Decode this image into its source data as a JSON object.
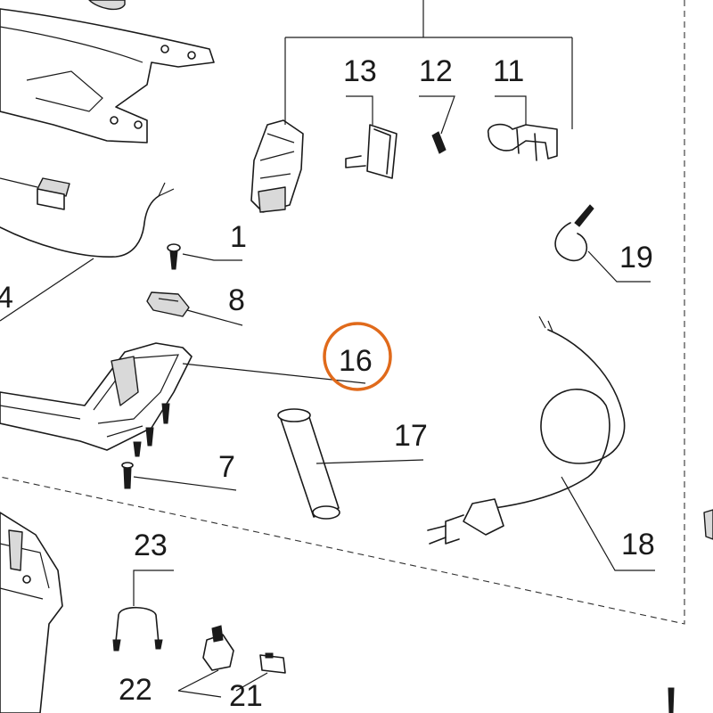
{
  "callouts": {
    "c1": "1",
    "c4": "4",
    "c7": "7",
    "c8": "8",
    "c11": "11",
    "c12": "12",
    "c13": "13",
    "c16": "16",
    "c17": "17",
    "c18": "18",
    "c19": "19",
    "c21": "21",
    "c22": "22",
    "c23": "23"
  },
  "highlight": {
    "target": "16",
    "color": "#e06a1b"
  }
}
